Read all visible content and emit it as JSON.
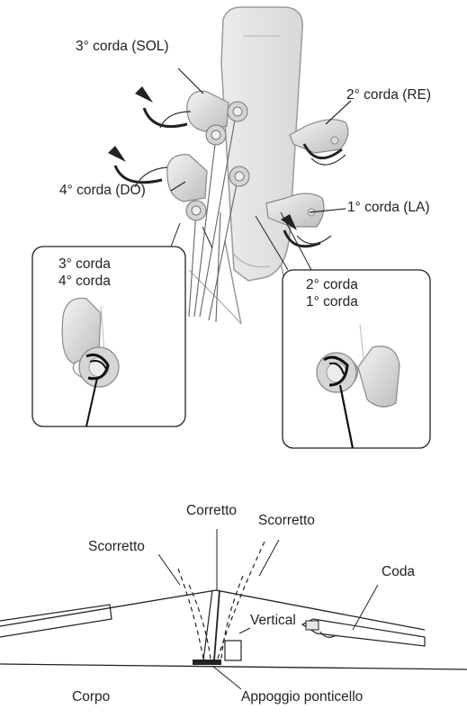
{
  "headstock_labels": {
    "string3": "3° corda (SOL)",
    "string2": "2° corda (RE)",
    "string4": "4° corda (DO)",
    "string1": "1° corda (LA)"
  },
  "left_inset": {
    "line1": "3° corda",
    "line2": "4° corda"
  },
  "right_inset": {
    "line1": "2° corda",
    "line2": "1° corda"
  },
  "bridge_labels": {
    "incorrect_left": "Scorretto",
    "correct": "Corretto",
    "incorrect_right": "Scorretto",
    "tail": "Coda",
    "vertical": "Vertical",
    "body": "Corpo",
    "bridge_base": "Appoggio ponticello"
  }
}
